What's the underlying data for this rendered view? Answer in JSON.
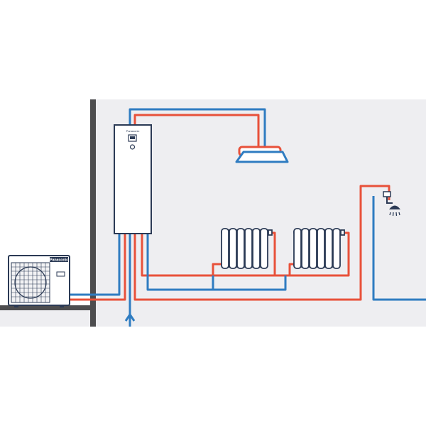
{
  "outdoor_unit": {
    "brand": "Panasonic"
  },
  "indoor_unit": {
    "brand": "Panasonic"
  },
  "colors": {
    "background": "#ffffff",
    "room": "#eeeef1",
    "wall": "#4d4d4f",
    "hot_pipe": "#e8513a",
    "cold_pipe": "#2f7cc1",
    "outline": "#2b3a55",
    "unit_fill": "#ffffff"
  },
  "icons": [
    "heat-pump-outdoor-unit",
    "hydrobox-indoor-unit",
    "radiator",
    "radiator",
    "ceiling-fan-coil",
    "shower-head-icon",
    "water-inlet-arrow"
  ]
}
